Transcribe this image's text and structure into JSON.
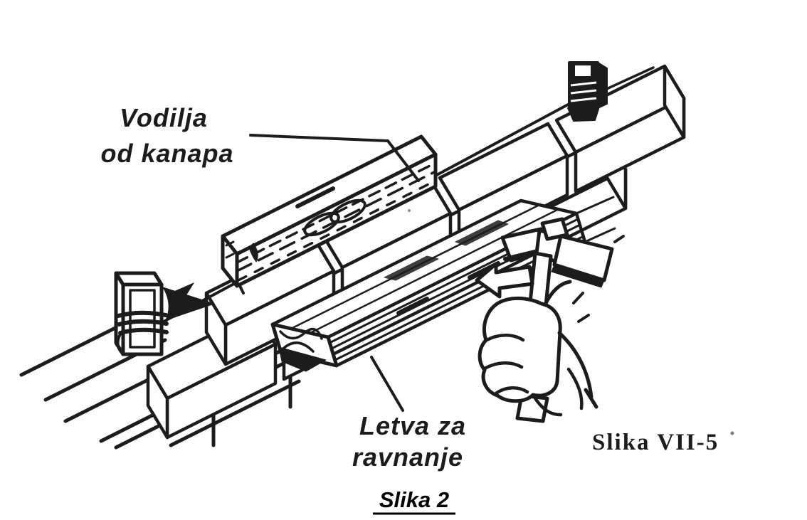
{
  "figure": {
    "colors": {
      "ink": "#1c1c1c",
      "paper": "#ffffff"
    },
    "labels": {
      "guide_line1": "Vodilja",
      "guide_line2": "od kanapa",
      "lath_line1": "Letva za",
      "lath_line2": "ravnanje"
    },
    "figure_number": "Slika VII-5",
    "caption": "Slika 2"
  }
}
